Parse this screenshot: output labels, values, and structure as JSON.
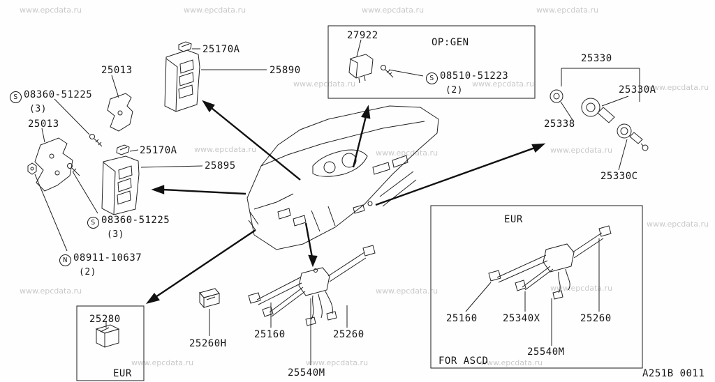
{
  "watermark": {
    "text": "www.epcdata.ru"
  },
  "footer": {
    "code": "A251B 0011"
  },
  "left": {
    "screw_top": {
      "prefix": "S",
      "number": "08360-51225",
      "qty": "(3)"
    },
    "p25013_upper": "25013",
    "p25013_lower": "25013",
    "p25170a_upper": "25170A",
    "p25890": "25890",
    "p25170a_lower": "25170A",
    "p25895": "25895",
    "screw_bottom": {
      "prefix": "S",
      "number": "08360-51225",
      "qty": "(3)"
    },
    "nut": {
      "prefix": "N",
      "number": "08911-10637",
      "qty": "(2)"
    }
  },
  "left_box": {
    "p25280": "25280",
    "region": "EUR"
  },
  "p25260h": "25260H",
  "top_box": {
    "p27922": "27922",
    "variant": "OP:GEN",
    "screw": {
      "prefix": "S",
      "number": "08510-51223",
      "qty": "(2)"
    }
  },
  "right": {
    "p25330": "25330",
    "p25330a": "25330A",
    "p25338": "25338",
    "p25330c": "25330C"
  },
  "center_bottom": {
    "p25160": "25160",
    "p25260": "25260",
    "p25540m": "25540M"
  },
  "right_box": {
    "region": "EUR",
    "p25160": "25160",
    "p25340x": "25340X",
    "p25260": "25260",
    "p25540m": "25540M",
    "note": "FOR ASCD"
  }
}
